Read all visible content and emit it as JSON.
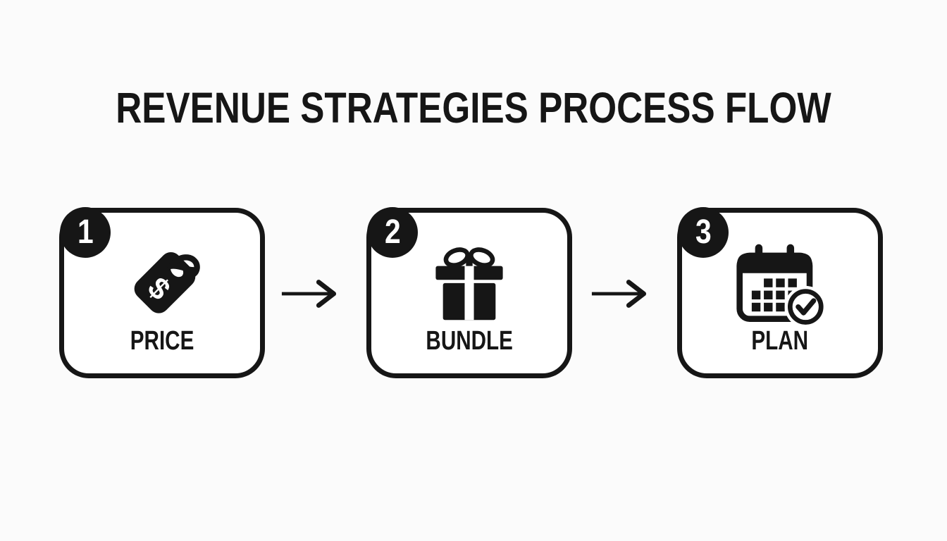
{
  "title": "REVENUE STRATEGIES PROCESS FLOW",
  "colors": {
    "ink": "#161616",
    "background": "#fbfbfb",
    "box_bg": "#ffffff",
    "badge_text": "#ffffff"
  },
  "steps": [
    {
      "number": "1",
      "label": "PRICE",
      "icon": "price-tag-icon"
    },
    {
      "number": "2",
      "label": "BUNDLE",
      "icon": "gift-icon"
    },
    {
      "number": "3",
      "label": "PLAN",
      "icon": "calendar-check-icon"
    }
  ],
  "connectors": [
    {
      "icon": "arrow-right-icon"
    },
    {
      "icon": "arrow-right-icon"
    }
  ]
}
